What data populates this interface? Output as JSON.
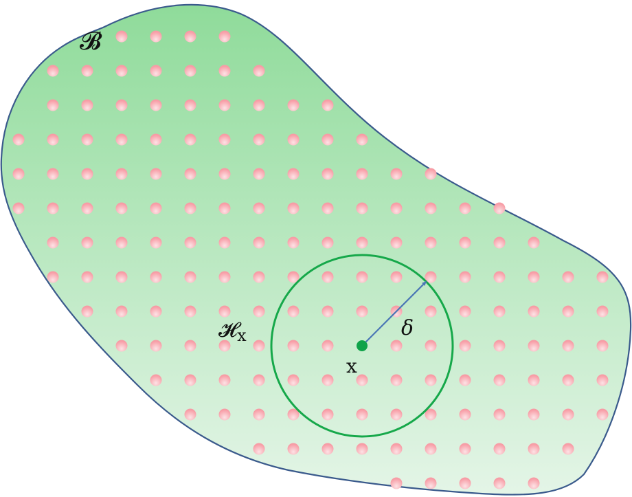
{
  "labels": {
    "domain": "𝓑",
    "neighborhood": "𝓗",
    "neighborhood_sub": "x",
    "point": "x",
    "radius": "δ"
  },
  "colors": {
    "region_fill_top": "#8fdb9a",
    "region_fill_bottom": "#e4f5e7",
    "region_stroke": "#3a5a8c",
    "node": "#f79ca5",
    "node_highlight": "#fde3e6",
    "neighborhood_circle": "#16a84a",
    "center_point": "#0fa34a",
    "radius_arrow": "#4a76b5"
  },
  "grid": {
    "rows": [
      {
        "row": 1,
        "first_col": 4,
        "last_col": 7
      },
      {
        "row": 2,
        "first_col": 2,
        "last_col": 8
      },
      {
        "row": 3,
        "first_col": 2,
        "last_col": 10
      },
      {
        "row": 4,
        "first_col": 1,
        "last_col": 11
      },
      {
        "row": 5,
        "first_col": 1,
        "last_col": 13
      },
      {
        "row": 6,
        "first_col": 1,
        "last_col": 15
      },
      {
        "row": 7,
        "first_col": 2,
        "last_col": 16
      },
      {
        "row": 8,
        "first_col": 2,
        "last_col": 18
      },
      {
        "row": 9,
        "first_col": 3,
        "last_col": 18
      },
      {
        "row": 10,
        "first_col": 4,
        "last_col": 18
      },
      {
        "row": 11,
        "first_col": 5,
        "last_col": 18
      },
      {
        "row": 12,
        "first_col": 6,
        "last_col": 18
      },
      {
        "row": 13,
        "first_col": 8,
        "last_col": 17
      },
      {
        "row": 14,
        "first_col": 12,
        "last_col": 16
      }
    ],
    "center": {
      "row": 10,
      "col": 11
    },
    "radius_in_grid_steps": 2.64
  }
}
